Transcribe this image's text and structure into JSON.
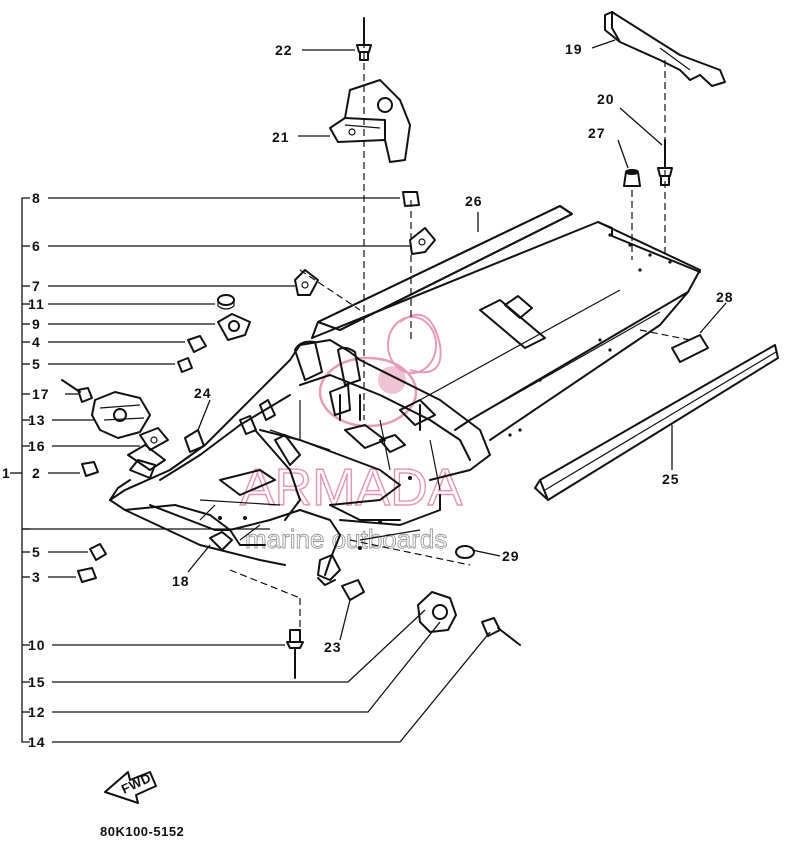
{
  "diagram": {
    "drawing_code": "80K100-5152",
    "fwd_label": "FWD",
    "watermark": {
      "brand": "ARMADA",
      "tagline": "marine outboards"
    },
    "callouts": {
      "p22": "22",
      "p21": "21",
      "p19": "19",
      "p20": "20",
      "p27": "27",
      "p26": "26",
      "p28": "28",
      "p25": "25",
      "p8": "8",
      "p6": "6",
      "p7": "7",
      "p11": "11",
      "p9": "9",
      "p4": "4",
      "p5a": "5",
      "p17": "17",
      "p13": "13",
      "p16": "16",
      "p1": "1",
      "p2": "2",
      "p24": "24",
      "p5b": "5",
      "p3": "3",
      "p18": "18",
      "p29": "29",
      "p23": "23",
      "p10": "10",
      "p15": "15",
      "p12": "12",
      "p14": "14"
    }
  }
}
